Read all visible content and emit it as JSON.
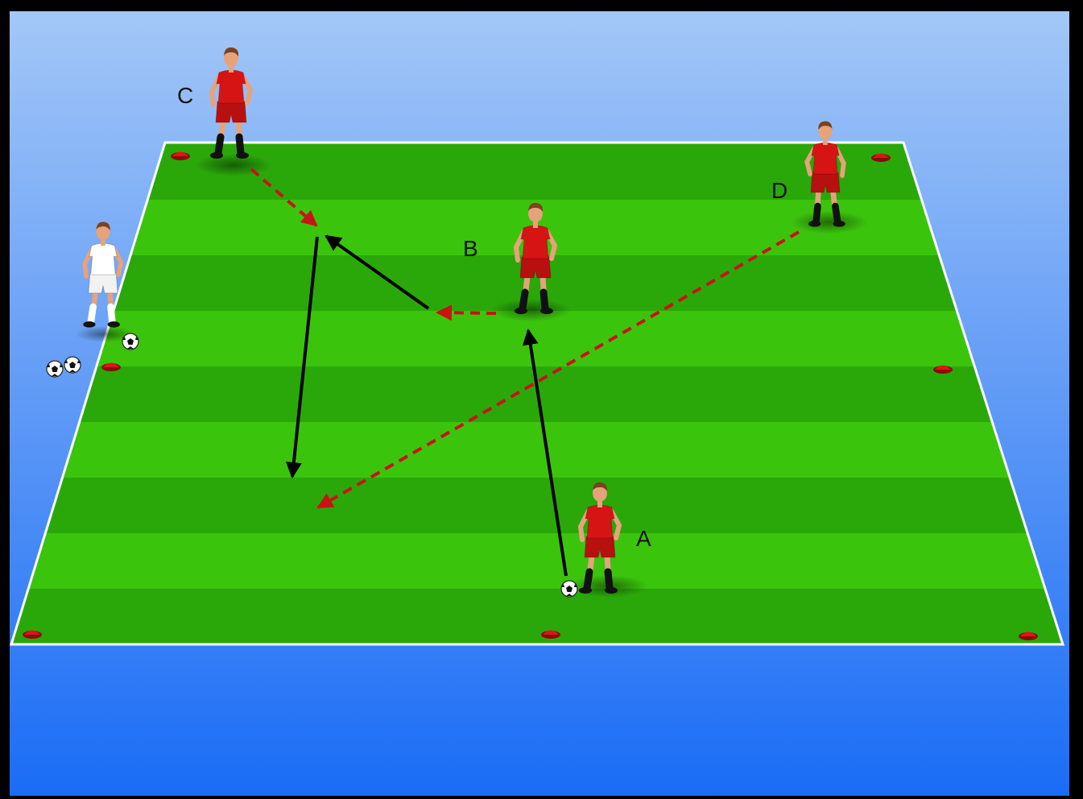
{
  "diagram": {
    "colors": {
      "sky_top": "#9cc3f7",
      "sky_bottom": "#1a6cf6",
      "pitch_stripe_light": "#3bc40c",
      "pitch_stripe_dark": "#2aa80a",
      "pitch_line": "#ffffff",
      "team_kit": "#d71414",
      "neutral_kit": "#ffffff",
      "cone": "#e01414",
      "run_arrow": "#c81414",
      "pass_arrow": "#000000"
    },
    "players": [
      {
        "label": "A",
        "role": "player",
        "kit": "red"
      },
      {
        "label": "B",
        "role": "player",
        "kit": "red"
      },
      {
        "label": "C",
        "role": "player",
        "kit": "red"
      },
      {
        "label": "D",
        "role": "player",
        "kit": "red"
      },
      {
        "label": "",
        "role": "server",
        "kit": "white"
      }
    ],
    "arrows": {
      "pass": "solid-black",
      "run": "dashed-red"
    }
  }
}
